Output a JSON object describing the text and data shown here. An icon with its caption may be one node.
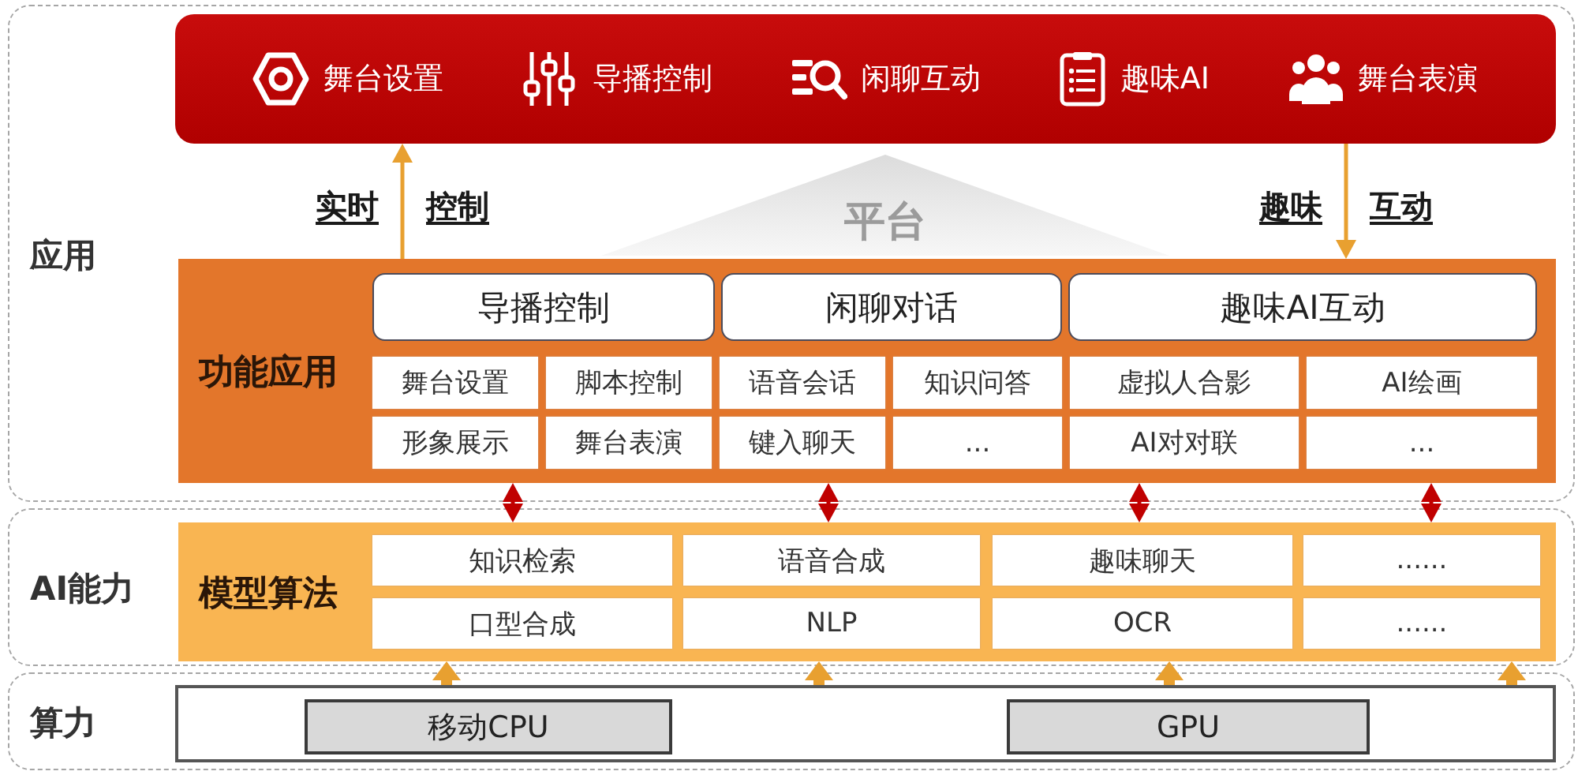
{
  "diagram": {
    "nodes": [
      {
        "text": [
          "应用"
        ]
      },
      {
        "text": [
          "舞台设置",
          "导播控制",
          "闲聊互动",
          "趣味AI",
          "舞台表演"
        ],
        "in": 0
      },
      {
        "text": [
          "平台"
        ],
        "in": 0
      },
      {
        "text": [
          "功能应用"
        ],
        "in": 0
      },
      {
        "text": [
          "导播控制"
        ],
        "in": 3
      },
      {
        "text": [
          "闲聊对话"
        ],
        "in": 3
      },
      {
        "text": [
          "趣味AI互动"
        ],
        "in": 3
      },
      {
        "text": [
          "舞台设置"
        ],
        "in": 3
      },
      {
        "text": [
          "脚本控制"
        ],
        "in": 3
      },
      {
        "text": [
          "语音会话"
        ],
        "in": 3
      },
      {
        "text": [
          "知识问答"
        ],
        "in": 3
      },
      {
        "text": [
          "虚拟人合影"
        ],
        "in": 3
      },
      {
        "text": [
          "AI绘画"
        ],
        "in": 3
      },
      {
        "text": [
          "形象展示"
        ],
        "in": 3
      },
      {
        "text": [
          "舞台表演"
        ],
        "in": 3
      },
      {
        "text": [
          "键入聊天"
        ],
        "in": 3
      },
      {
        "text": [
          "..."
        ],
        "in": 3
      },
      {
        "text": [
          "AI对对联"
        ],
        "in": 3
      },
      {
        "text": [
          "..."
        ],
        "in": 3
      },
      {
        "text": [
          "AI能力"
        ]
      },
      {
        "text": [
          "模型算法"
        ],
        "in": 19
      },
      {
        "text": [
          "知识检索"
        ],
        "in": 20
      },
      {
        "text": [
          "语音合成"
        ],
        "in": 20
      },
      {
        "text": [
          "趣味聊天"
        ],
        "in": 20
      },
      {
        "text": [
          "......"
        ],
        "in": 20
      },
      {
        "text": [
          "口型合成"
        ],
        "in": 20
      },
      {
        "text": [
          "NLP"
        ],
        "in": 20
      },
      {
        "text": [
          "OCR"
        ],
        "in": 20
      },
      {
        "text": [
          "......"
        ],
        "in": 20
      },
      {
        "text": [
          "算力"
        ]
      },
      {
        "text": [],
        "shape": "box",
        "in": 29
      },
      {
        "text": [
          "移动CPU"
        ],
        "in": 30
      },
      {
        "text": [
          "GPU"
        ],
        "in": 30
      }
    ],
    "edges": [
      {
        "from": 3,
        "to": 1,
        "arrow": "to",
        "label": "实时 控制"
      },
      {
        "from": 1,
        "to": 3,
        "arrow": "to",
        "label": "趣味 互动"
      },
      {
        "from": 3,
        "to": 20,
        "arrow": "both",
        "color": "#c00000"
      },
      {
        "from": 3,
        "to": 20,
        "arrow": "both",
        "color": "#c00000"
      },
      {
        "from": 3,
        "to": 20,
        "arrow": "both",
        "color": "#c00000"
      },
      {
        "from": 3,
        "to": 20,
        "arrow": "both",
        "color": "#c00000"
      },
      {
        "from": 30,
        "to": 20,
        "arrow": "to",
        "style": "thick"
      },
      {
        "from": 30,
        "to": 20,
        "arrow": "to",
        "style": "thick"
      },
      {
        "from": 30,
        "to": 20,
        "arrow": "to",
        "style": "thick"
      },
      {
        "from": 30,
        "to": 20,
        "arrow": "to",
        "style": "thick"
      }
    ]
  }
}
